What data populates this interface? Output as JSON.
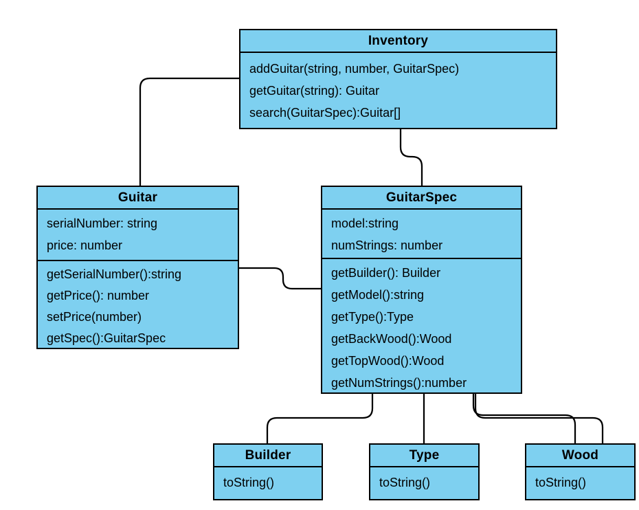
{
  "colors": {
    "class_fill": "#7ED0F0",
    "border": "#000000",
    "connector": "#000000",
    "background": "#FFFFFF",
    "text": "#000000"
  },
  "classes": {
    "inventory": {
      "name": "Inventory",
      "attributes": [],
      "methods": [
        "addGuitar(string, number, GuitarSpec)",
        "getGuitar(string): Guitar",
        "search(GuitarSpec):Guitar[]"
      ]
    },
    "guitar": {
      "name": "Guitar",
      "attributes": [
        "serialNumber: string",
        "price: number"
      ],
      "methods": [
        "getSerialNumber():string",
        "getPrice(): number",
        "setPrice(number)",
        "getSpec():GuitarSpec"
      ]
    },
    "guitarspec": {
      "name": "GuitarSpec",
      "attributes": [
        "model:string",
        "numStrings: number"
      ],
      "methods": [
        "getBuilder(): Builder",
        "getModel():string",
        "getType():Type",
        "getBackWood():Wood",
        "getTopWood():Wood",
        "getNumStrings():number"
      ]
    },
    "builder": {
      "name": "Builder",
      "attributes": [],
      "methods": [
        "toString()"
      ]
    },
    "type": {
      "name": "Type",
      "attributes": [],
      "methods": [
        "toString()"
      ]
    },
    "wood": {
      "name": "Wood",
      "attributes": [],
      "methods": [
        "toString()"
      ]
    }
  },
  "connections": [
    {
      "from": "Inventory",
      "to": "Guitar"
    },
    {
      "from": "Inventory",
      "to": "GuitarSpec"
    },
    {
      "from": "Guitar",
      "to": "GuitarSpec"
    },
    {
      "from": "GuitarSpec",
      "to": "Builder"
    },
    {
      "from": "GuitarSpec",
      "to": "Type"
    },
    {
      "from": "GuitarSpec",
      "to": "Wood"
    },
    {
      "from": "GuitarSpec",
      "to": "Wood"
    }
  ]
}
